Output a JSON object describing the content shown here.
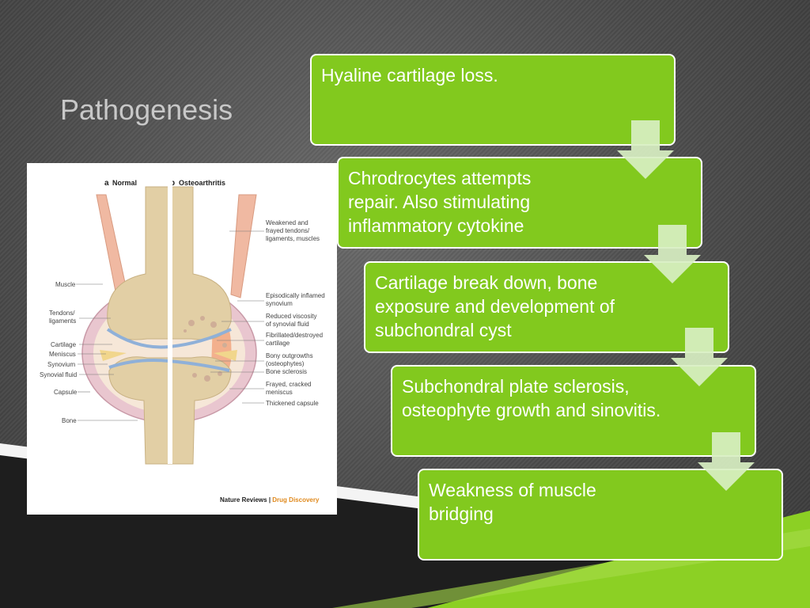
{
  "slide": {
    "title": "Pathogenesis",
    "steps": [
      {
        "text": "Hyaline cartilage loss."
      },
      {
        "text": "Chrodrocytes attempts repair.  Also stimulating inflammatory cytokine"
      },
      {
        "text": "Cartilage break down, bone exposure and development of subchondral cyst"
      },
      {
        "text": "Subchondral plate sclerosis, osteophyte growth and sinovitis."
      },
      {
        "text": "Weakness of muscle bridging"
      }
    ]
  },
  "figure": {
    "panel_a_letter": "a",
    "panel_a_title": "Normal",
    "panel_b_letter": "b",
    "panel_b_title": "Osteoarthritis",
    "left_labels": [
      "Muscle",
      "Tendons/\nligaments",
      "Cartilage",
      "Meniscus",
      "Synovium",
      "Synovial fluid",
      "Capsule",
      "Bone"
    ],
    "right_labels": [
      "Weakened and\nfrayed tendons/\nligaments, muscles",
      "Episodically inflamed\nsynovium",
      "Reduced viscosity\nof synovial fluid",
      "Fibrillated/destroyed\ncartilage",
      "Bony outgrowths\n(osteophytes)",
      "Bone sclerosis",
      "Frayed, cracked\nmeniscus",
      "Thickened capsule"
    ],
    "credit_journal": "Nature Reviews",
    "credit_sep": " | ",
    "credit_section": "Drug Discovery"
  },
  "colors": {
    "box_green": "#82c91e",
    "band_green": "#8cd024",
    "credit_orange": "#e08a1e",
    "background": "#4a4a4a"
  }
}
